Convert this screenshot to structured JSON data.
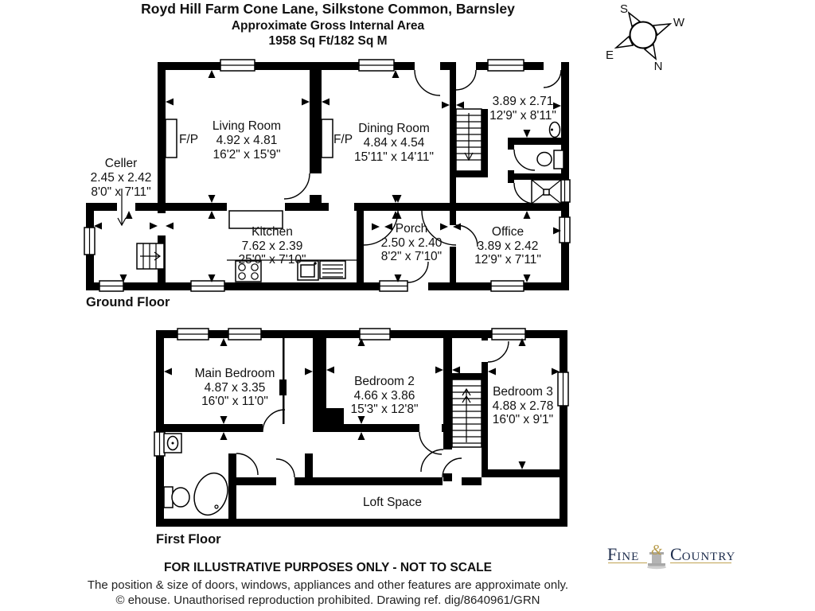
{
  "title": {
    "line1": "Royd Hill Farm Cone Lane, Silkstone Common, Barnsley",
    "line2": "Approximate Gross Internal Area",
    "line3": "1958 Sq Ft/182 Sq M"
  },
  "compass": {
    "s": "S",
    "w": "W",
    "e": "E",
    "n": "N"
  },
  "ground_floor": {
    "label": "Ground Floor",
    "fireplace": "F/P",
    "rooms": {
      "living": {
        "name": "Living Room",
        "metric": "4.92 x 4.81",
        "imperial": "16'2\" x 15'9\""
      },
      "dining": {
        "name": "Dining Room",
        "metric": "4.84 x 4.54",
        "imperial": "15'11\" x 14'11\""
      },
      "hall": {
        "metric": "3.89 x 2.71",
        "imperial": "12'9\" x 8'11\""
      },
      "celler": {
        "name": "Celler",
        "metric": "2.45 x 2.42",
        "imperial": "8'0\" x 7'11\""
      },
      "kitchen": {
        "name": "Kitchen",
        "metric": "7.62 x 2.39",
        "imperial": "25'0\" x 7'10\""
      },
      "porch": {
        "name": "Porch",
        "metric": "2.50 x 2.40",
        "imperial": "8'2\" x 7'10\""
      },
      "office": {
        "name": "Office",
        "metric": "3.89 x 2.42",
        "imperial": "12'9\" x 7'11\""
      }
    }
  },
  "first_floor": {
    "label": "First Floor",
    "rooms": {
      "main_bedroom": {
        "name": "Main Bedroom",
        "metric": "4.87 x 3.35",
        "imperial": "16'0\" x 11'0\""
      },
      "bedroom2": {
        "name": "Bedroom 2",
        "metric": "4.66 x 3.86",
        "imperial": "15'3\" x 12'8\""
      },
      "bedroom3": {
        "name": "Bedroom 3",
        "metric": "4.88 x 2.78",
        "imperial": "16'0\" x 9'1\""
      },
      "loft": {
        "name": "Loft Space"
      }
    }
  },
  "logo": {
    "f": "F",
    "ine": "INE",
    "amp": "&",
    "c": "C",
    "ountry": "OUNTRY"
  },
  "footer": {
    "line1": "FOR ILLUSTRATIVE PURPOSES ONLY - NOT TO SCALE",
    "line2": "The position & size of doors, windows, appliances and other features are approximate only.",
    "line3": "© ehouse. Unauthorised reproduction prohibited. Drawing ref. dig/8640961/GRN"
  },
  "colors": {
    "wall": "#000000",
    "logo_navy": "#1d2c4c",
    "logo_gold": "#b79b4a",
    "logo_grey": "#a8a8a8"
  }
}
